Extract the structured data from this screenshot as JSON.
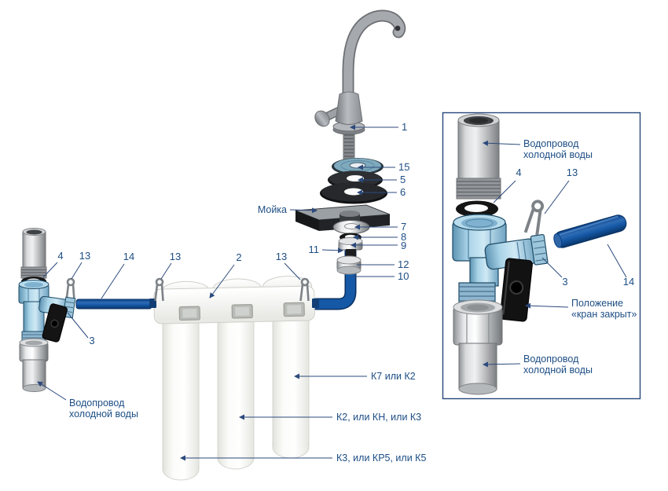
{
  "figure": {
    "kind": "water-filter-installation-exploded-diagram"
  },
  "colors": {
    "label_text": "#1d4e84",
    "leader_line": "#2c4a7c",
    "tube_blue": "#1558a6",
    "valve_body_blue": "#a9d3e7",
    "metal_gray": "#b9bbbd",
    "handle_black": "#121212",
    "inset_border": "#27477b",
    "background": "#ffffff"
  },
  "part_numbers": {
    "n1": "1",
    "n2": "2",
    "n3": "3",
    "n4": "4",
    "n5": "5",
    "n6": "6",
    "n7": "7",
    "n8": "8",
    "n9": "9",
    "n10": "10",
    "n11": "11",
    "n12": "12",
    "n13": "13",
    "n14": "14",
    "n15": "15"
  },
  "annotations": {
    "sink": "Мойка",
    "cold_water_supply": {
      "line1": "Водопровод",
      "line2": "холодной воды"
    },
    "valve_closed": {
      "line1": "Положение",
      "line2": "«кран закрыт»"
    },
    "cartridge_options": {
      "top": "К7 или К2",
      "middle": "К2, или КН, или К3",
      "bottom": "К3, или КР5, или К5"
    }
  }
}
